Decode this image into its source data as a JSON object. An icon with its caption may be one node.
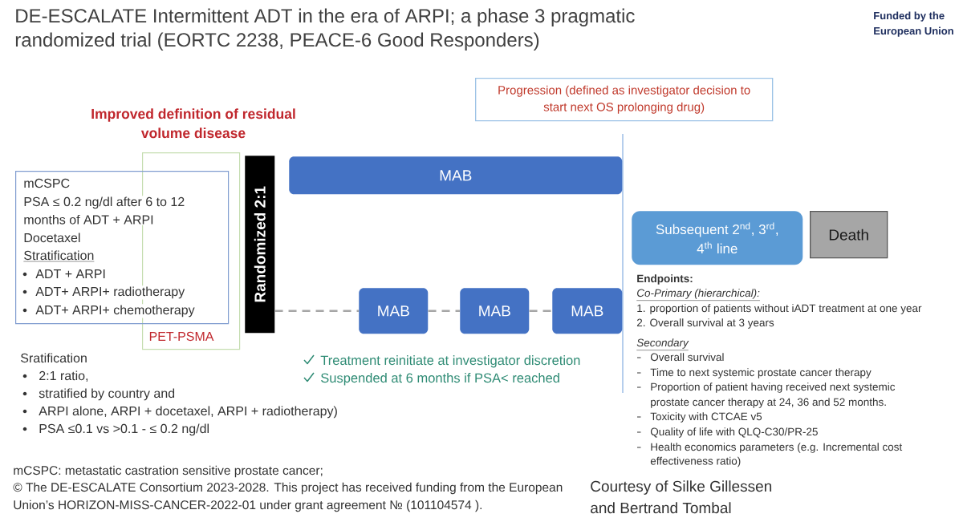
{
  "diagram": {
    "title": "DE-ESCALATE Intermittent ADT in the era of ARPI; a phase 3 pragmatic randomized trial (EORTC 2238, PEACE-6 Good Responders)",
    "nodes": [
      {
        "text": [
          "mCSPC",
          "PSA ≤ 0.2 ng/dl after 6 to 12 months of ADT + ARPI",
          "Docetaxel",
          "Stratification",
          "ADT + ARPI",
          "ADT+ ARPI+ radiotherapy",
          "ADT+ ARPI+ chemotherapy"
        ]
      },
      {
        "text": [
          "PET-PSMA"
        ]
      },
      {
        "text": [
          "Randomized 2:1"
        ]
      },
      {
        "text": [
          "MAB"
        ]
      },
      {
        "text": [
          "MAB"
        ]
      },
      {
        "text": [
          "MAB"
        ]
      },
      {
        "text": [
          "MAB"
        ]
      },
      {
        "text": [
          "Progression (defined as investigator decision to start next OS prolonging drug)"
        ]
      },
      {
        "text": [
          "Subsequent 2$^{nd}$, 3$^{rd}$, 4$^{th}$ line"
        ]
      },
      {
        "text": [
          "Death"
        ]
      }
    ],
    "edges": [
      {
        "from": 2,
        "to": 4,
        "arrow": "none",
        "style": "dashed"
      },
      {
        "from": 4,
        "to": 5,
        "arrow": "none",
        "style": "dashed"
      },
      {
        "from": 5,
        "to": 6,
        "arrow": "none",
        "style": "dashed"
      }
    ],
    "labels": [
      "Funded by the European Union",
      "Improved definition of residual volume disease",
      "Sratification",
      "2:1 ratio,",
      "stratified by country and",
      "ARPI alone, ARPI + docetaxel, ARPI + radiotherapy)",
      "PSA ≤0.1 vs >0.1 - ≤ 0.2 ng/dl",
      "Treatment reinitiate at investigator discretion",
      "Suspended at 6 months if PSA< reached",
      "Endpoints:",
      "Co-Primary (hierarchical):",
      "1. proportion of patients without iADT treatment at one year",
      "2. Overall survival at 3 years",
      "Secondary",
      "Overall survival",
      "Time to next systemic prostate cancer therapy",
      "Proportion of patient having received next systemic prostate cancer therapy at 24, 36 and 52 months.",
      "Toxicity with CTCAE v5",
      "Quality of life with QLQ-C30/PR-25",
      "Health economics parameters (e.g. Incremental cost effectiveness ratio)",
      "mCSPC: metastatic castration sensitive prostate cancer;",
      "© The DE-ESCALATE Consortium 2023-2028. This project has received funding from the European Union’s HORIZON-MISS-CANCER-2022-01 under grant agreement № (101104574 ).",
      "Courtesy of Silke Gillessen and Bertrand Tombal"
    ]
  }
}
